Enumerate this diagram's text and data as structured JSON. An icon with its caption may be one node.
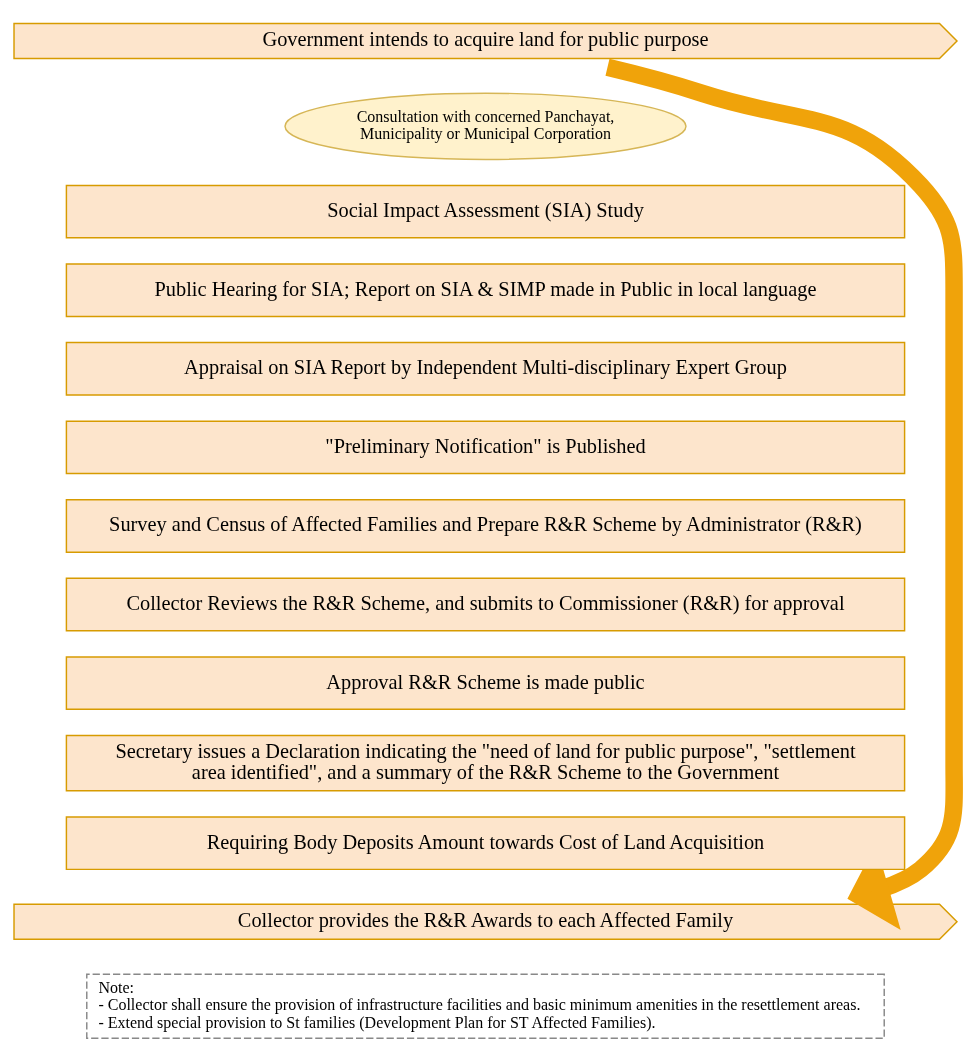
{
  "diagram": {
    "nodes": [
      {
        "text": [
          "Government intends to acquire land for public purpose"
        ]
      },
      {
        "text": [
          "Consultation with concerned Panchayat, Municipality or Municipal Corporation"
        ]
      },
      {
        "text": [
          "Social Impact Assessment (SIA) Study"
        ]
      },
      {
        "text": [
          "Public Hearing for SIA; Report on SIA & SIMP made in Public in local language"
        ]
      },
      {
        "text": [
          "Appraisal on SIA Report by Independent Multi-disciplinary Expert Group"
        ]
      },
      {
        "text": [
          "\"Preliminary Notification\" is Published"
        ]
      },
      {
        "text": [
          "Survey and Census of Affected Families and Prepare R&R Scheme by Administrator (R&R)"
        ]
      },
      {
        "text": [
          "Collector Reviews the R&R Scheme, and submits to Commissioner (R&R) for approval"
        ]
      },
      {
        "text": [
          "Approval R&R Scheme is made public"
        ]
      },
      {
        "text": [
          "Secretary issues a Declaration indicating the \"need of land for public purpose\", \"settlement area identified\", and a summary of the R&R Scheme to the Government"
        ]
      },
      {
        "text": [
          "Requiring Body Deposits Amount towards Cost of Land Acquisition"
        ]
      },
      {
        "text": [
          "Collector provides the R&R Awards to each Affected Family"
        ]
      },
      {
        "text": [
          "Note:",
          "- Collector shall ensure the provision of infrastructure facilities and basic minimum amenities in the resettlement areas.",
          "- Extend special provision to St families (Development Plan for ST Affected Families)."
        ]
      }
    ],
    "edges": [
      {
        "from": 0,
        "to": 11,
        "arrow": "to",
        "color": "#f0a30a"
      }
    ]
  }
}
